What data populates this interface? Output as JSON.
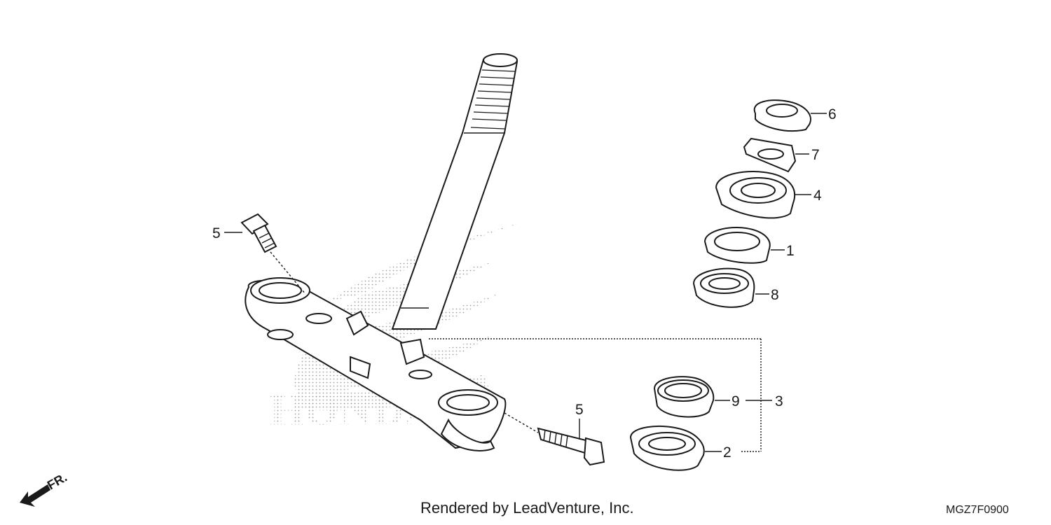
{
  "diagram": {
    "callouts": {
      "stem_bolt_top": "5",
      "stem_bolt_bottom": "5",
      "lock_nut": "6",
      "lock_washer": "7",
      "adjusting_nut": "4",
      "upper_race": "1",
      "upper_bearing": "8",
      "dust_seal": "9",
      "assembly": "3",
      "lower_race": "2"
    },
    "watermark": "HONDA",
    "direction_label": "FR.",
    "footer_credit": "Rendered by LeadVenture, Inc.",
    "diagram_code": "MGZ7F0900"
  }
}
